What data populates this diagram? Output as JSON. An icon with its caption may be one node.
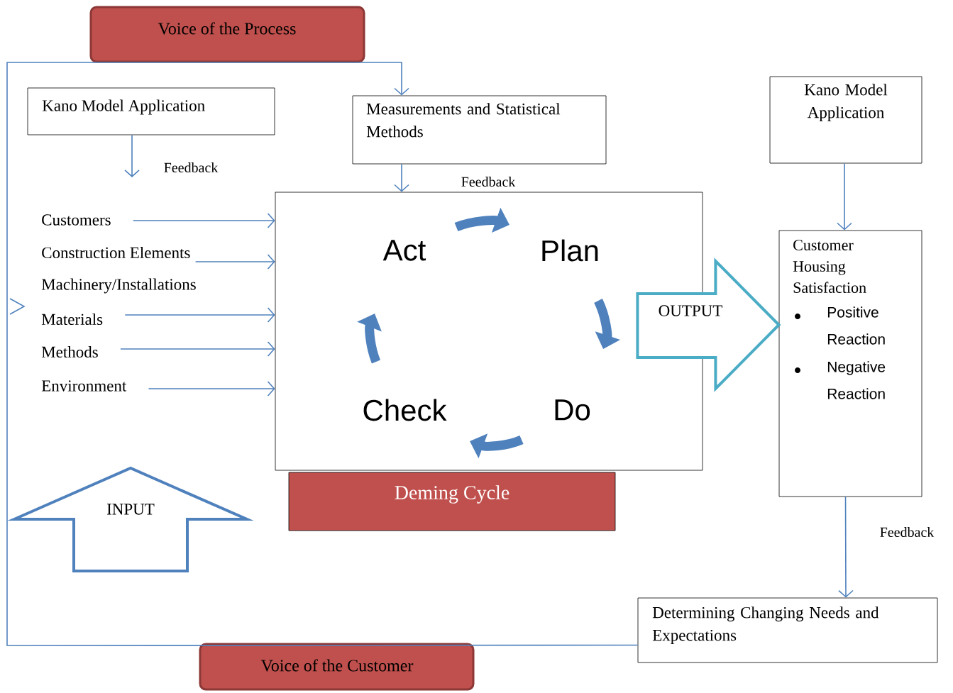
{
  "diagram": {
    "nodes": [
      {
        "text": [
          "Voice of the Process"
        ]
      },
      {
        "text": [
          "Kano Model Application"
        ]
      },
      {
        "text": [
          "Measurements and Statistical Methods"
        ]
      },
      {
        "text": [
          "Kano Model Application"
        ]
      },
      {
        "text": [
          "Act",
          "Plan",
          "Check",
          "Do"
        ]
      },
      {
        "text": [
          "Deming Cycle"
        ]
      },
      {
        "text": [
          "Customers"
        ]
      },
      {
        "text": [
          "Construction Elements"
        ]
      },
      {
        "text": [
          "Machinery/Installations"
        ]
      },
      {
        "text": [
          "Materials"
        ]
      },
      {
        "text": [
          "Methods"
        ]
      },
      {
        "text": [
          "Environment"
        ]
      },
      {
        "text": [
          "INPUT"
        ]
      },
      {
        "text": [
          "Customer Housing Satisfaction",
          "Positive Reaction",
          "Negative Reaction"
        ]
      },
      {
        "text": [
          "Determining Changing Needs and Expectations"
        ]
      },
      {
        "text": [
          "Voice of the Customer"
        ]
      }
    ],
    "edges": [
      {
        "from": 1,
        "to": null,
        "arrow": "to",
        "label": "Feedback"
      },
      {
        "from": 2,
        "to": 4,
        "arrow": "to",
        "label": "Feedback"
      },
      {
        "from": 6,
        "to": 4,
        "arrow": "to"
      },
      {
        "from": 7,
        "to": 4,
        "arrow": "to"
      },
      {
        "from": 9,
        "to": 4,
        "arrow": "to"
      },
      {
        "from": 10,
        "to": 4,
        "arrow": "to"
      },
      {
        "from": 11,
        "to": 4,
        "arrow": "to"
      },
      {
        "from": 3,
        "to": 13,
        "arrow": "to"
      },
      {
        "from": 13,
        "to": 14,
        "arrow": "to",
        "label": "Feedback"
      },
      {
        "from": 14,
        "to": 2,
        "arrow": "to"
      },
      {
        "from": 4,
        "to": 13,
        "arrow": "to",
        "label": "OUTPUT"
      }
    ]
  }
}
